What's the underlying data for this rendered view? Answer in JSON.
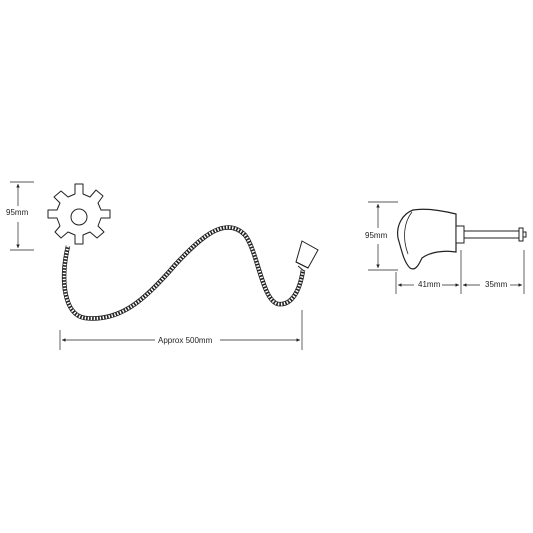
{
  "diagram": {
    "front_view": {
      "height_label": "95mm",
      "length_label": "Approx 500mm"
    },
    "side_view": {
      "height_label": "95mm",
      "head_width_label": "41mm",
      "shank_width_label": "35mm"
    }
  },
  "colors": {
    "line": "#222222",
    "background": "#ffffff"
  }
}
